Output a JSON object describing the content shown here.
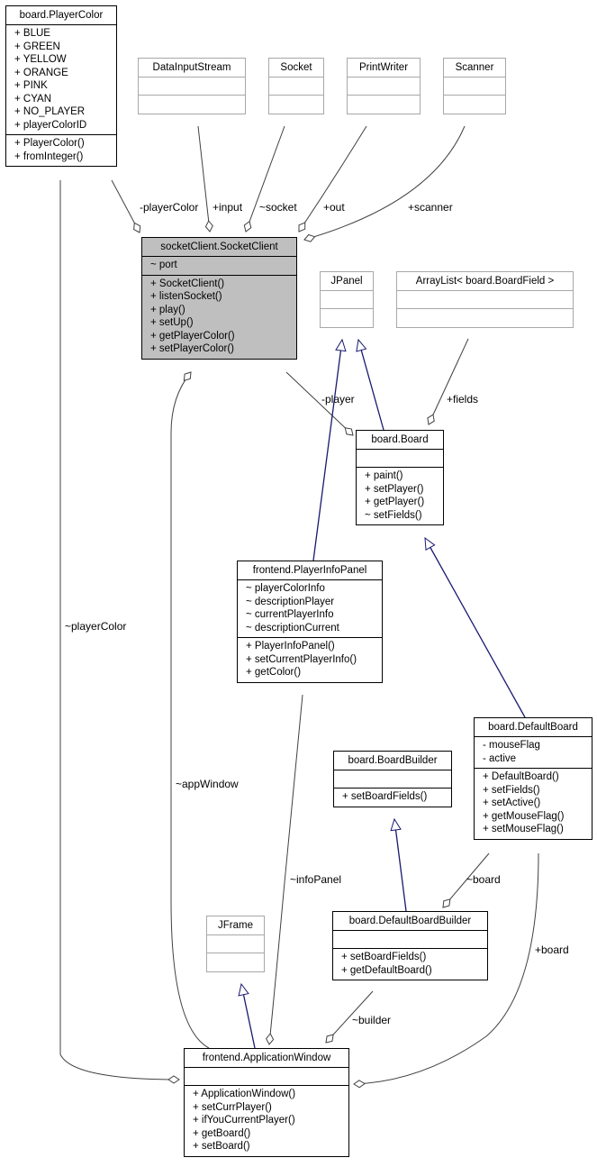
{
  "classes": [
    {
      "id": "PlayerColor",
      "name": "board.PlayerColor",
      "attrs": [
        "+ BLUE",
        "+ GREEN",
        "+ YELLOW",
        "+ ORANGE",
        "+ PINK",
        "+ CYAN",
        "+ NO_PLAYER",
        "+ playerColorID"
      ],
      "ops": [
        "+ PlayerColor()",
        "+ fromInteger()"
      ]
    },
    {
      "id": "DataInputStream",
      "name": "DataInputStream",
      "attrs": [],
      "ops": [],
      "external": true
    },
    {
      "id": "Socket",
      "name": "Socket",
      "attrs": [],
      "ops": [],
      "external": true
    },
    {
      "id": "PrintWriter",
      "name": "PrintWriter",
      "attrs": [],
      "ops": [],
      "external": true
    },
    {
      "id": "Scanner",
      "name": "Scanner",
      "attrs": [],
      "ops": [],
      "external": true
    },
    {
      "id": "SocketClient",
      "name": "socketClient.SocketClient",
      "attrs": [
        "~ port"
      ],
      "ops": [
        "+ SocketClient()",
        "+ listenSocket()",
        "+ play()",
        "+ setUp()",
        "+ getPlayerColor()",
        "+ setPlayerColor()"
      ],
      "focus": true
    },
    {
      "id": "JPanel",
      "name": "JPanel",
      "attrs": [],
      "ops": [],
      "external": true
    },
    {
      "id": "ArrayList",
      "name": "ArrayList< board.BoardField >",
      "attrs": [],
      "ops": [],
      "external": true
    },
    {
      "id": "Board",
      "name": "board.Board",
      "attrs": [],
      "ops": [
        "+ paint()",
        "+ setPlayer()",
        "+ getPlayer()",
        "~ setFields()"
      ]
    },
    {
      "id": "PlayerInfoPanel",
      "name": "frontend.PlayerInfoPanel",
      "attrs": [
        "~ playerColorInfo",
        "~ descriptionPlayer",
        "~ currentPlayerInfo",
        "~ descriptionCurrent"
      ],
      "ops": [
        "+ PlayerInfoPanel()",
        "+ setCurrentPlayerInfo()",
        "+ getColor()"
      ]
    },
    {
      "id": "DefaultBoard",
      "name": "board.DefaultBoard",
      "attrs": [
        "- mouseFlag",
        "- active"
      ],
      "ops": [
        "+ DefaultBoard()",
        "+ setFields()",
        "+ setActive()",
        "+ getMouseFlag()",
        "+ setMouseFlag()"
      ]
    },
    {
      "id": "BoardBuilder",
      "name": "board.BoardBuilder",
      "attrs": [],
      "ops": [
        "+ setBoardFields()"
      ]
    },
    {
      "id": "JFrame",
      "name": "JFrame",
      "attrs": [],
      "ops": [],
      "external": true
    },
    {
      "id": "DefaultBoardBuilder",
      "name": "board.DefaultBoardBuilder",
      "attrs": [],
      "ops": [
        "+ setBoardFields()",
        "+ getDefaultBoard()"
      ]
    },
    {
      "id": "ApplicationWindow",
      "name": "frontend.ApplicationWindow",
      "attrs": [],
      "ops": [
        "+ ApplicationWindow()",
        "+ setCurrPlayer()",
        "+ ifYouCurrentPlayer()",
        "+ getBoard()",
        "+ setBoard()"
      ]
    }
  ],
  "relations": [
    {
      "id": "rel-playercolor",
      "label": "-playerColor",
      "kind": "aggregation",
      "color": "#404040"
    },
    {
      "id": "rel-input",
      "label": "+input",
      "kind": "aggregation",
      "color": "#404040"
    },
    {
      "id": "rel-socket",
      "label": "~socket",
      "kind": "aggregation",
      "color": "#404040"
    },
    {
      "id": "rel-out",
      "label": "+out",
      "kind": "aggregation",
      "color": "#404040"
    },
    {
      "id": "rel-scanner",
      "label": "+scanner",
      "kind": "aggregation",
      "color": "#404040"
    },
    {
      "id": "rel-player",
      "label": "-player",
      "kind": "aggregation",
      "color": "#404040"
    },
    {
      "id": "rel-fields",
      "label": "+fields",
      "kind": "aggregation",
      "color": "#404040"
    },
    {
      "id": "rel-board-jpanel",
      "label": "",
      "kind": "inheritance",
      "color": "#191970"
    },
    {
      "id": "rel-infopanel-jpanel",
      "label": "",
      "kind": "inheritance",
      "color": "#191970"
    },
    {
      "id": "rel-defaultboard-board",
      "label": "",
      "kind": "inheritance",
      "color": "#191970"
    },
    {
      "id": "rel-dbb-boardbuilder",
      "label": "",
      "kind": "inheritance",
      "color": "#191970"
    },
    {
      "id": "rel-appwindow-jframe",
      "label": "",
      "kind": "inheritance",
      "color": "#191970"
    },
    {
      "id": "rel-app-playercolor",
      "label": "~playerColor",
      "kind": "aggregation",
      "color": "#404040"
    },
    {
      "id": "rel-appwindow",
      "label": "~appWindow",
      "kind": "aggregation",
      "color": "#404040"
    },
    {
      "id": "rel-infopanel",
      "label": "~infoPanel",
      "kind": "aggregation",
      "color": "#404040"
    },
    {
      "id": "rel-dbb-board",
      "label": "~board",
      "kind": "aggregation",
      "color": "#404040"
    },
    {
      "id": "rel-builder",
      "label": "~builder",
      "kind": "aggregation",
      "color": "#404040"
    },
    {
      "id": "rel-app-board",
      "label": "+board",
      "kind": "aggregation",
      "color": "#404040"
    }
  ]
}
